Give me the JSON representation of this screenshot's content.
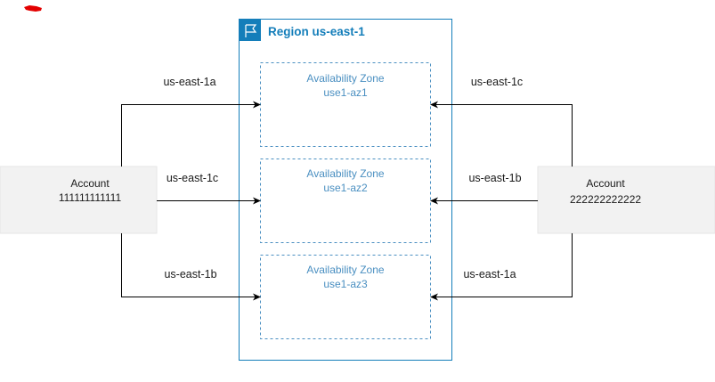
{
  "region": {
    "title": "Region us-east-1",
    "border_color": "#147eba",
    "icon": "flag-icon"
  },
  "zones": [
    {
      "line1": "Availability Zone",
      "line2": "use1-az1"
    },
    {
      "line1": "Availability Zone",
      "line2": "use1-az2"
    },
    {
      "line1": "Availability Zone",
      "line2": "use1-az3"
    }
  ],
  "accounts": [
    {
      "label": "Account",
      "id": "111111111111"
    },
    {
      "label": "Account",
      "id": "222222222222"
    }
  ],
  "left_mappings": [
    "us-east-1a",
    "us-east-1c",
    "us-east-1b"
  ],
  "right_mappings": [
    "us-east-1c",
    "us-east-1b",
    "us-east-1a"
  ],
  "colors": {
    "region_border": "#147eba",
    "zone_text": "#4a8fc1",
    "account_fill": "#f2f2f2",
    "account_border": "#e6e6e6",
    "arrow": "#000000",
    "text": "#1a1a1a"
  }
}
